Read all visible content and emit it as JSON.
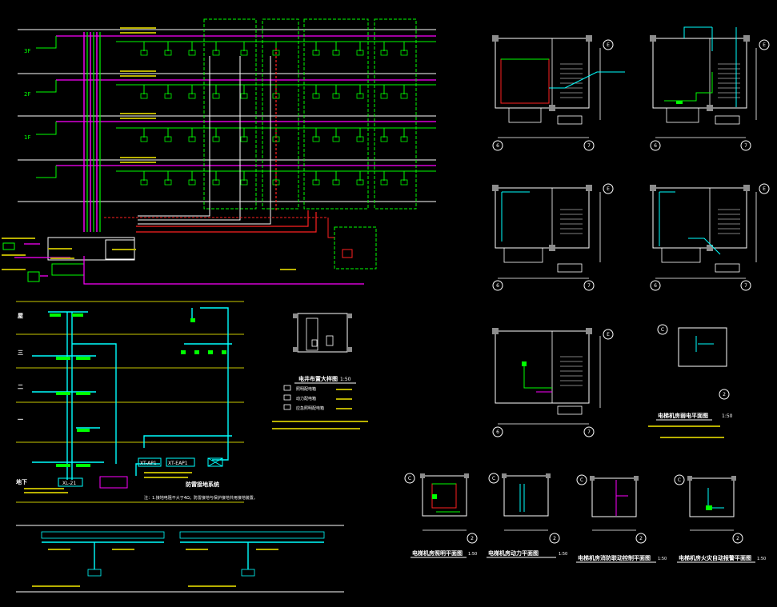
{
  "colors": {
    "background": "#000000",
    "magenta": "#ff00ff",
    "green": "#00ff00",
    "cyan": "#00ffff",
    "red": "#ff2020",
    "yellow": "#ffff00",
    "white": "#ffffff",
    "gray": "#8c8c8c",
    "olive": "#b8b000"
  },
  "floors_top": [
    "3F",
    "2F",
    "1F"
  ],
  "floors_bottom": [
    "屋",
    "三",
    "二",
    "一",
    "地下"
  ],
  "labels": {
    "dev_id_1": "XT-AP1",
    "dev_id_2": "XT-EAP1",
    "dev_id_3": "XL-21",
    "small_plan_title": "电井布置大样图",
    "small_plan_scale": "1:50",
    "diagram_caption": "防雷接地系统",
    "diagram_note": "注：1.接地电阻不大于4Ω；防雷接地与保护接地共用接地装置。",
    "right_mid_title": "电梯机房弱电平面图",
    "right_mid_scale": "1:50",
    "title_1": "电梯机房照明平面图",
    "title_2": "电梯机房动力平面图",
    "title_3": "电梯机房消防联动控制平面图",
    "title_4": "电梯机房火灾自动报警平面图",
    "scale_1": "1:50",
    "scale_2": "1:50",
    "scale_3": "1:50",
    "scale_4": "1:50",
    "grid_c": "C",
    "grid_e": "E",
    "grid_2": "2",
    "grid_6": "6",
    "grid_7": "7"
  },
  "legend_items": [
    "照明配电箱",
    "动力配电箱",
    "应急照明配电箱"
  ]
}
